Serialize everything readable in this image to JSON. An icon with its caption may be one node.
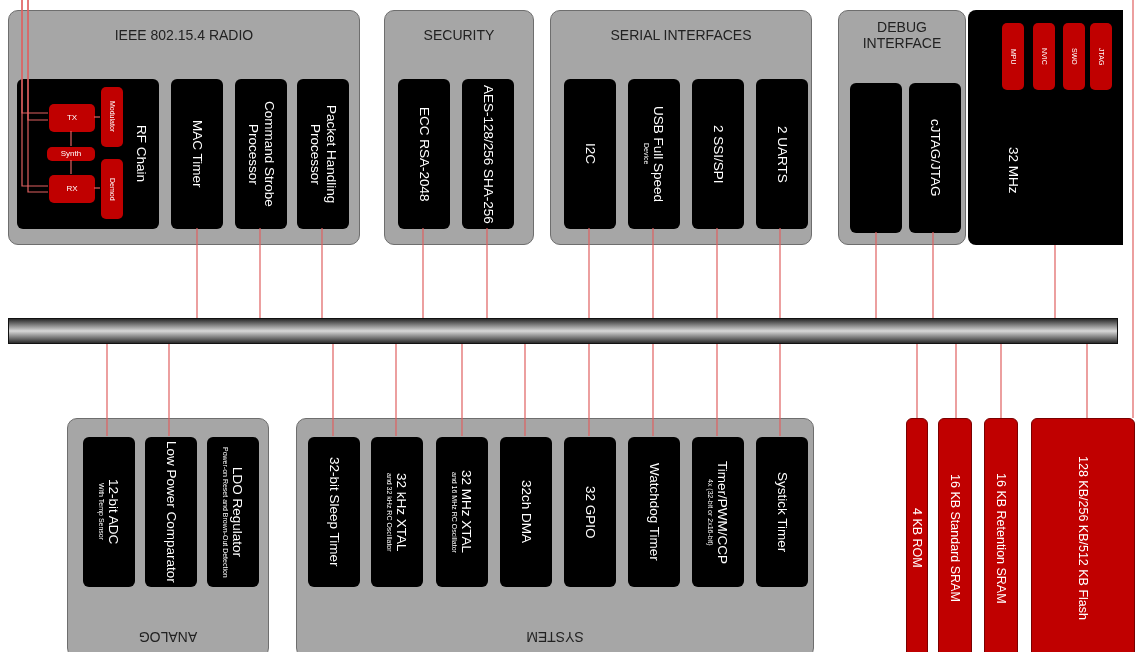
{
  "diagram": {
    "nodes": [
      {
        "text": [
          "IEEE 802.15.4 RADIO"
        ]
      },
      {
        "text": [
          "RF Chain"
        ],
        "in": 0
      },
      {
        "text": [
          "TX"
        ],
        "in": 1
      },
      {
        "text": [
          "Synth"
        ],
        "in": 1
      },
      {
        "text": [
          "RX"
        ],
        "in": 1
      },
      {
        "text": [
          "Modulator"
        ],
        "in": 1
      },
      {
        "text": [
          "Demod"
        ],
        "in": 1
      },
      {
        "text": [
          "MAC Timer"
        ],
        "in": 0
      },
      {
        "text": [
          "Command Strobe Processor"
        ],
        "in": 0
      },
      {
        "text": [
          "Packet Handling Processor"
        ],
        "in": 0
      },
      {
        "text": [
          "SECURITY"
        ]
      },
      {
        "text": [
          "ECC RSA-2048"
        ],
        "in": 10
      },
      {
        "text": [
          "AES-128/256 SHA-256"
        ],
        "in": 10
      },
      {
        "text": [
          "SERIAL INTERFACES"
        ]
      },
      {
        "text": [
          "I2C"
        ],
        "in": 13
      },
      {
        "text": [
          "USB Full Speed",
          "Device"
        ],
        "in": 13
      },
      {
        "text": [
          "2 SSI/SPI"
        ],
        "in": 13
      },
      {
        "text": [
          "2 UARTS"
        ],
        "in": 13
      },
      {
        "text": [
          "DEBUG INTERFACE"
        ]
      },
      {
        "text": [],
        "shape": "box",
        "in": 18
      },
      {
        "text": [
          "cJTAG/JTAG"
        ],
        "in": 18
      },
      {
        "text": [
          "32 MHz"
        ]
      },
      {
        "text": [
          "MPU"
        ],
        "in": 21
      },
      {
        "text": [
          "NVIC"
        ],
        "in": 21
      },
      {
        "text": [
          "SWO"
        ],
        "in": 21
      },
      {
        "text": [
          "JTAG"
        ],
        "in": 21
      },
      {
        "text": [],
        "shape": "bar"
      },
      {
        "text": [
          "ANALOG"
        ]
      },
      {
        "text": [
          "12-bit ADC",
          "With Temp Sensor"
        ],
        "in": 27
      },
      {
        "text": [
          "Low Power Comparator"
        ],
        "in": 27
      },
      {
        "text": [
          "LDO Regulator",
          "Power-on Reset and Brown-Out Detection"
        ],
        "in": 27
      },
      {
        "text": [
          "SYSTEM"
        ]
      },
      {
        "text": [
          "32-bit Sleep Timer"
        ],
        "in": 31
      },
      {
        "text": [
          "32 kHz XTAL",
          "and 32 kHz RC Oscillator"
        ],
        "in": 31
      },
      {
        "text": [
          "32 MHz XTAL",
          "and 16 MHz RC Oscillator"
        ],
        "in": 31
      },
      {
        "text": [
          "32ch DMA"
        ],
        "in": 31
      },
      {
        "text": [
          "32 GPIO"
        ],
        "in": 31
      },
      {
        "text": [
          "Watchdog Timer"
        ],
        "in": 31
      },
      {
        "text": [
          "Timer/PWM/CCP",
          "4x (32-bit or 2x16-bit)"
        ],
        "in": 31
      },
      {
        "text": [
          "Systick Timer"
        ],
        "in": 31
      },
      {
        "text": [
          "4 KB ROM"
        ]
      },
      {
        "text": [
          "16 KB Standard SRAM"
        ]
      },
      {
        "text": [
          "16 KB Retention SRAM"
        ]
      },
      {
        "text": [
          "128 KB/256 KB/512 KB Flash"
        ]
      }
    ],
    "edges": [
      {
        "from": null,
        "to": 2,
        "arrow": "none"
      },
      {
        "from": null,
        "to": 4,
        "arrow": "none"
      },
      {
        "from": null,
        "to": 2,
        "arrow": "none"
      },
      {
        "from": null,
        "to": 4,
        "arrow": "none"
      },
      {
        "from": 2,
        "to": 5,
        "arrow": "none"
      },
      {
        "from": 2,
        "to": 3,
        "arrow": "none"
      },
      {
        "from": 3,
        "to": 4,
        "arrow": "none"
      },
      {
        "from": 4,
        "to": 6,
        "arrow": "none"
      },
      {
        "from": 7,
        "to": 26,
        "arrow": "none"
      },
      {
        "from": 8,
        "to": 26,
        "arrow": "none"
      },
      {
        "from": 9,
        "to": 26,
        "arrow": "none"
      },
      {
        "from": 11,
        "to": 26,
        "arrow": "none"
      },
      {
        "from": 12,
        "to": 26,
        "arrow": "none"
      },
      {
        "from": 14,
        "to": 26,
        "arrow": "none"
      },
      {
        "from": 15,
        "to": 26,
        "arrow": "none"
      },
      {
        "from": 16,
        "to": 26,
        "arrow": "none"
      },
      {
        "from": 17,
        "to": 26,
        "arrow": "none"
      },
      {
        "from": 19,
        "to": 26,
        "arrow": "none"
      },
      {
        "from": 20,
        "to": 26,
        "arrow": "none"
      },
      {
        "from": 21,
        "to": 26,
        "arrow": "none"
      },
      {
        "from": 26,
        "to": 28,
        "arrow": "none"
      },
      {
        "from": 26,
        "to": 29,
        "arrow": "none"
      },
      {
        "from": 26,
        "to": 32,
        "arrow": "none"
      },
      {
        "from": 26,
        "to": 33,
        "arrow": "none"
      },
      {
        "from": 26,
        "to": 34,
        "arrow": "none"
      },
      {
        "from": 26,
        "to": 35,
        "arrow": "none"
      },
      {
        "from": 26,
        "to": 36,
        "arrow": "none"
      },
      {
        "from": 26,
        "to": 37,
        "arrow": "none"
      },
      {
        "from": 26,
        "to": 38,
        "arrow": "none"
      },
      {
        "from": 26,
        "to": 39,
        "arrow": "none"
      },
      {
        "from": 26,
        "to": 40,
        "arrow": "none"
      },
      {
        "from": 26,
        "to": 41,
        "arrow": "none"
      },
      {
        "from": 26,
        "to": 42,
        "arrow": "none"
      },
      {
        "from": 26,
        "to": 43,
        "arrow": "none"
      },
      {
        "from": null,
        "to": 43,
        "arrow": "none"
      }
    ]
  }
}
